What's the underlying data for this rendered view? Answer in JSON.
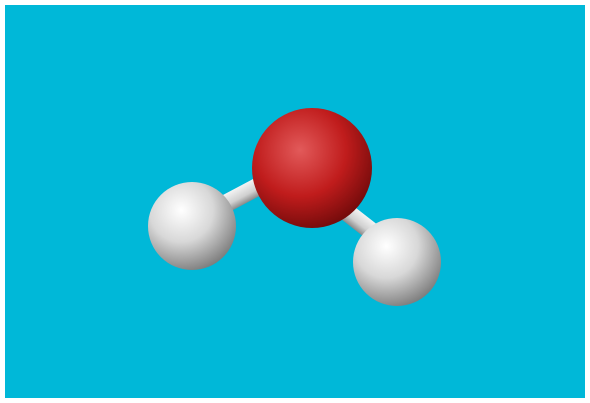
{
  "scene": {
    "subject": "water-molecule",
    "background_color": "#00b8d8",
    "border_color": "#ffffff"
  },
  "atoms": [
    {
      "element": "O",
      "color": "#c01c1c",
      "highlight": "#e25a5a",
      "shadow": "#6e0a0a"
    },
    {
      "element": "H",
      "color": "#d8d8d8",
      "highlight": "#ffffff",
      "shadow": "#7c7c7c"
    },
    {
      "element": "H",
      "color": "#d8d8d8",
      "highlight": "#ffffff",
      "shadow": "#7c7c7c"
    }
  ],
  "bonds": [
    {
      "from": 0,
      "to": 1,
      "color": "#d0d0d0"
    },
    {
      "from": 0,
      "to": 2,
      "color": "#d0d0d0"
    }
  ]
}
